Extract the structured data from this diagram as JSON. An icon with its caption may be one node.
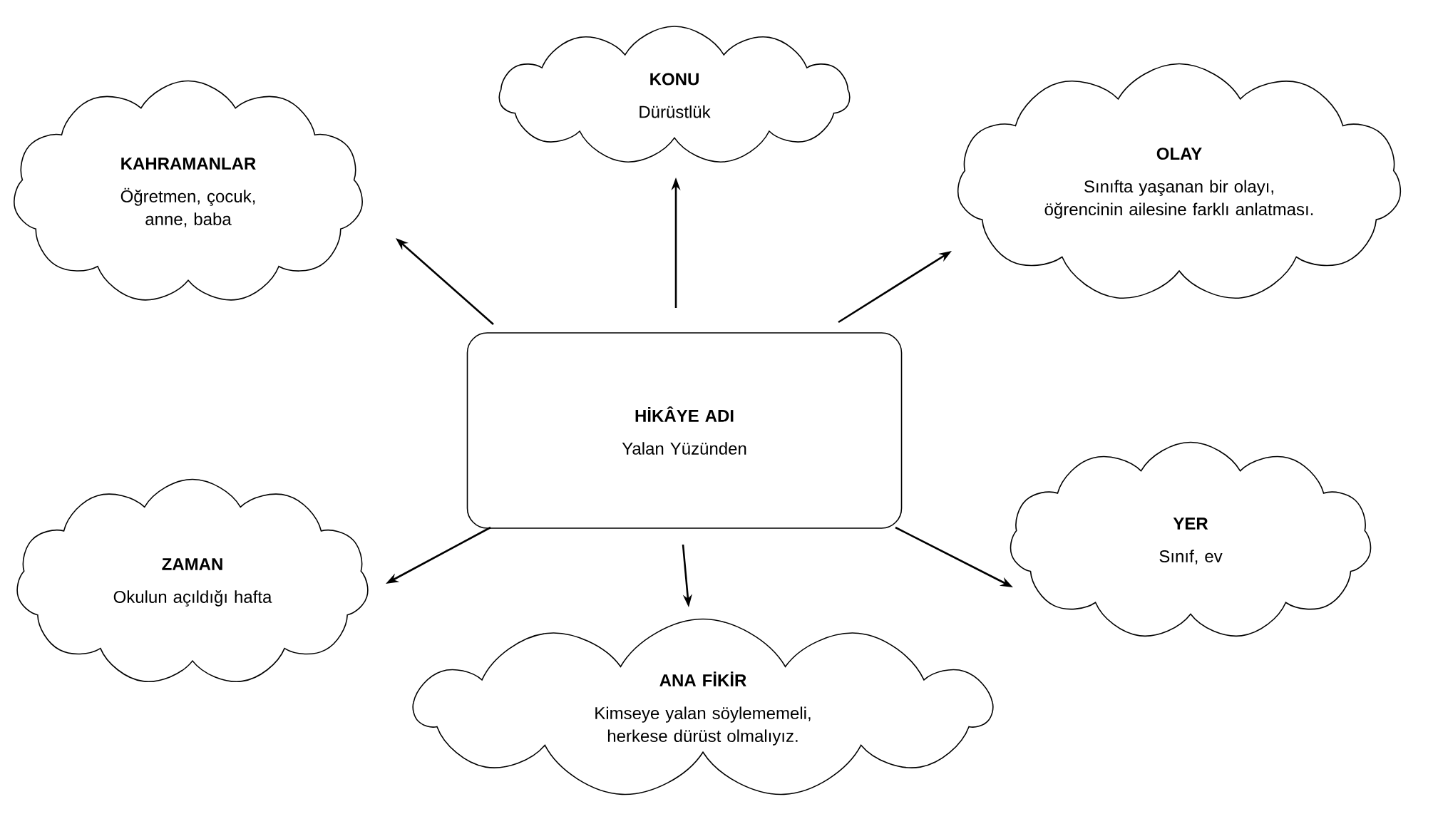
{
  "diagram": {
    "nodes": [
      {
        "text": [
          "KONU",
          "Dürüstlük"
        ]
      },
      {
        "text": [
          "KAHRAMANLAR",
          "Öğretmen, çocuk, anne, baba"
        ]
      },
      {
        "text": [
          "OLAY",
          "Sınıfta yaşanan bir olayı, öğrencinin ailesine farklı anlatması."
        ]
      },
      {
        "text": [
          "HİKÂYE ADI",
          "Yalan Yüzünden"
        ]
      },
      {
        "text": [
          "ZAMAN",
          "Okulun açıldığı hafta"
        ]
      },
      {
        "text": [
          "YER",
          "Sınıf, ev"
        ]
      },
      {
        "text": [
          "ANA FİKİR",
          "Kimseye yalan söylememeli, herkese dürüst olmalıyız."
        ]
      }
    ],
    "edges": [
      {
        "from": 3,
        "to": 0,
        "arrow": "to"
      },
      {
        "from": 3,
        "to": 1,
        "arrow": "to"
      },
      {
        "from": 3,
        "to": 2,
        "arrow": "to"
      },
      {
        "from": 3,
        "to": 4,
        "arrow": "to"
      },
      {
        "from": 3,
        "to": 5,
        "arrow": "to"
      },
      {
        "from": 3,
        "to": 6,
        "arrow": "to"
      }
    ]
  }
}
